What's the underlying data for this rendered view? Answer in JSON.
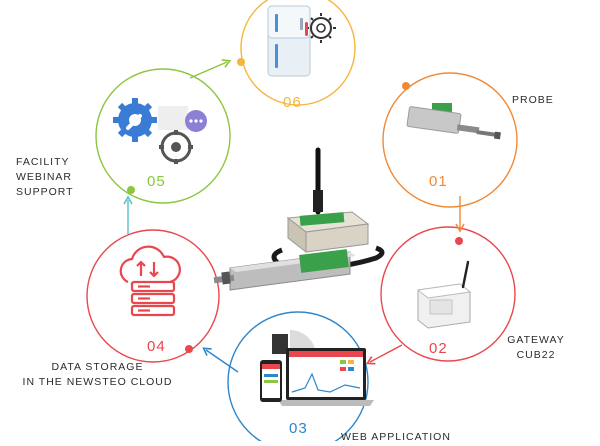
{
  "steps": [
    {
      "number": "01",
      "label_lines": [
        "PROBE"
      ],
      "color": "#ee8a36"
    },
    {
      "number": "02",
      "label_lines": [
        "GATEWAY",
        "CUB22"
      ],
      "color": "#e9474d"
    },
    {
      "number": "03",
      "label_lines": [
        "WEB APPLICATION"
      ],
      "color": "#2f86c9"
    },
    {
      "number": "04",
      "label_lines": [
        "DATA STORAGE",
        "IN THE NEWSTEO CLOUD"
      ],
      "color": "#e9474d"
    },
    {
      "number": "05",
      "label_lines": [
        "FACILITY",
        "WEBINAR",
        "SUPPORT"
      ],
      "color": "#8cc63f"
    },
    {
      "number": "06",
      "label_lines": [],
      "color": "#f5b53f"
    }
  ],
  "colors": {
    "blue": "#2f86c9",
    "green": "#8cc63f",
    "orange": "#ee8a36",
    "red": "#e9474d",
    "yellow": "#f5b53f",
    "sensor_green": "#4caf50"
  },
  "icons": {
    "center": "sensor-device-icon",
    "step1": "probe-icon",
    "step2": "gateway-icon",
    "step3": "web-app-devices-icon",
    "step4": "cloud-server-icon",
    "step5": "gear-support-icon",
    "step6": "fridge-gear-icon"
  }
}
